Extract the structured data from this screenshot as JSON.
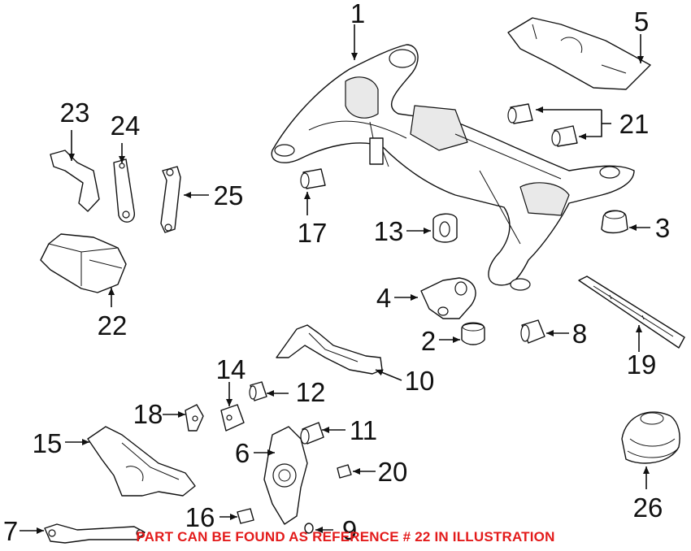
{
  "diagram": {
    "callouts": {
      "c1": "1",
      "c2": "2",
      "c3": "3",
      "c4": "4",
      "c5": "5",
      "c6": "6",
      "c7": "7",
      "c8": "8",
      "c9": "9",
      "c10": "10",
      "c11": "11",
      "c12": "12",
      "c13": "13",
      "c14": "14",
      "c15": "15",
      "c16": "16",
      "c17": "17",
      "c18": "18",
      "c19": "19",
      "c20": "20",
      "c21": "21",
      "c22": "22",
      "c23": "23",
      "c24": "24",
      "c25": "25",
      "c26": "26"
    },
    "footnote": "PART CAN BE FOUND AS REFERENCE # 22 IN ILLUSTRATION",
    "colors": {
      "line": "#111111",
      "footnote": "#e31b1b",
      "background": "#ffffff"
    }
  }
}
